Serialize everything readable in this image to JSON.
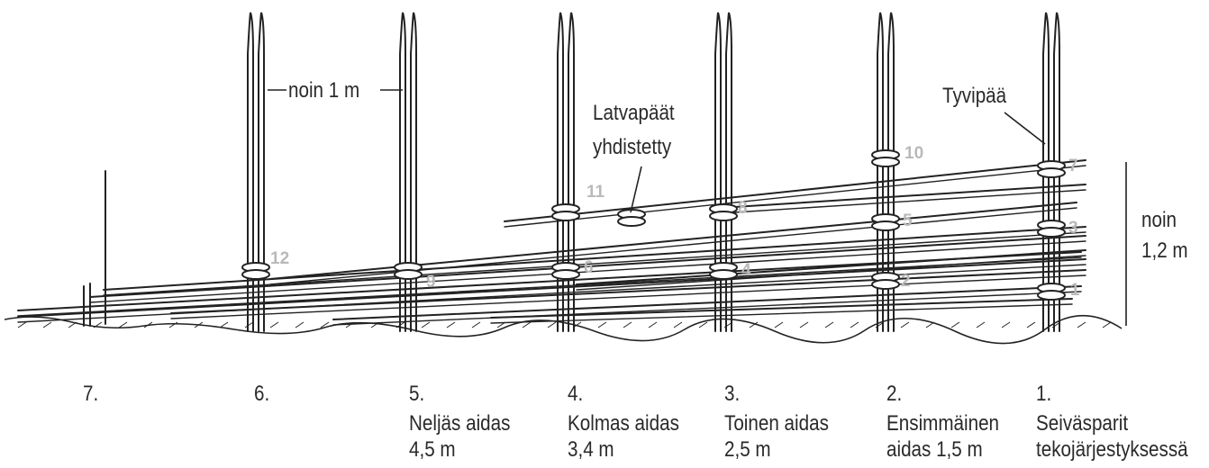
{
  "annotations": {
    "stake_height": "noin 1 m",
    "tops_joined_1": "Latvapäät",
    "tops_joined_2": "yhdistetty",
    "butt_end": "Tyvipää",
    "fence_height_1": "noin",
    "fence_height_2": "1,2 m"
  },
  "sections": [
    {
      "number": "7.",
      "line1": "",
      "line2": ""
    },
    {
      "number": "6.",
      "line1": "",
      "line2": ""
    },
    {
      "number": "5.",
      "line1": "Neljäs aidas",
      "line2": "4,5 m"
    },
    {
      "number": "4.",
      "line1": "Kolmas aidas",
      "line2": "3,4 m"
    },
    {
      "number": "3.",
      "line1": "Toinen aidas",
      "line2": "2,5 m"
    },
    {
      "number": "2.",
      "line1": "Ensimmäinen",
      "line2": "aidas 1,5 m"
    },
    {
      "number": "1.",
      "line1": "Seiväsparit",
      "line2": "tekojärjestyksessä"
    }
  ],
  "step_numbers": [
    "1",
    "2",
    "3",
    "4",
    "5",
    "6",
    "7",
    "8",
    "9",
    "10",
    "11",
    "12"
  ]
}
